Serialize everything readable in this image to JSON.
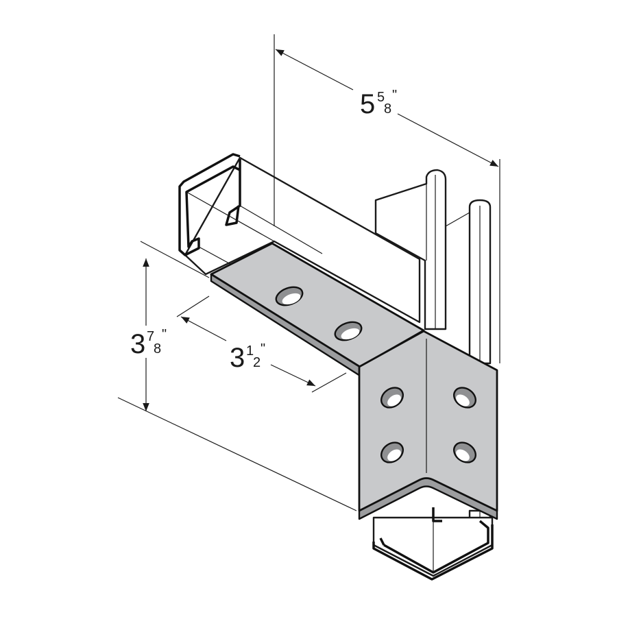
{
  "diagram": {
    "title": "Flat corner bracket on channel assembly",
    "colors": {
      "plate": "#c8c9cb",
      "plate_edge": "#9c9d9f",
      "line": "#1a1a1a"
    },
    "dimensions": [
      {
        "whole": "5",
        "num": "5",
        "den": "8",
        "unit": "\""
      },
      {
        "whole": "3",
        "num": "7",
        "den": "8",
        "unit": "\""
      },
      {
        "whole": "3",
        "num": "1",
        "den": "2",
        "unit": "\""
      }
    ]
  }
}
